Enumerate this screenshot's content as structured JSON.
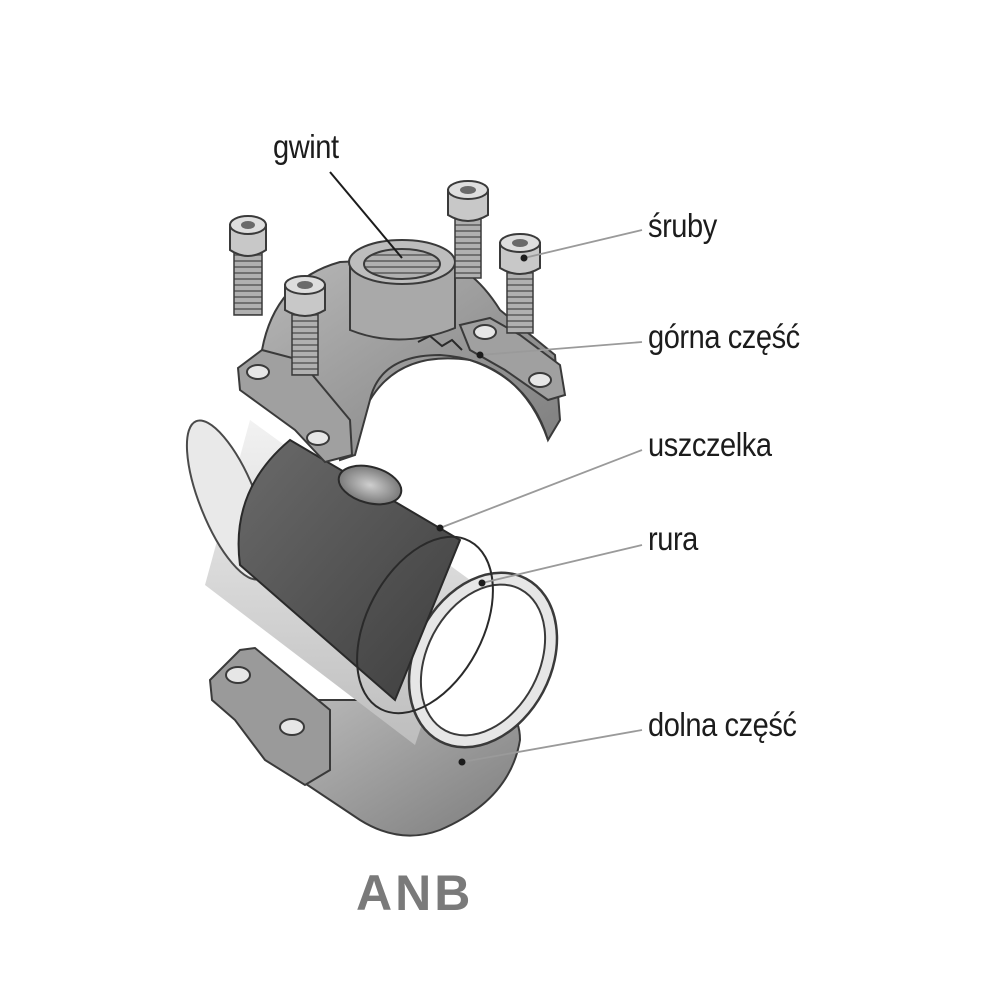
{
  "title": "ANB",
  "labels": {
    "gwint": "gwint",
    "sruby": "śruby",
    "gorna": "górna część",
    "uszczelka": "uszczelka",
    "rura": "rura",
    "dolna": "dolna część"
  },
  "colors": {
    "body": "#8e8e8e",
    "body_light": "#b3b3b3",
    "gasket": "#555555",
    "pipe": "#dcdcdc",
    "line": "#8a8a8a",
    "title": "#7a7a7a"
  }
}
